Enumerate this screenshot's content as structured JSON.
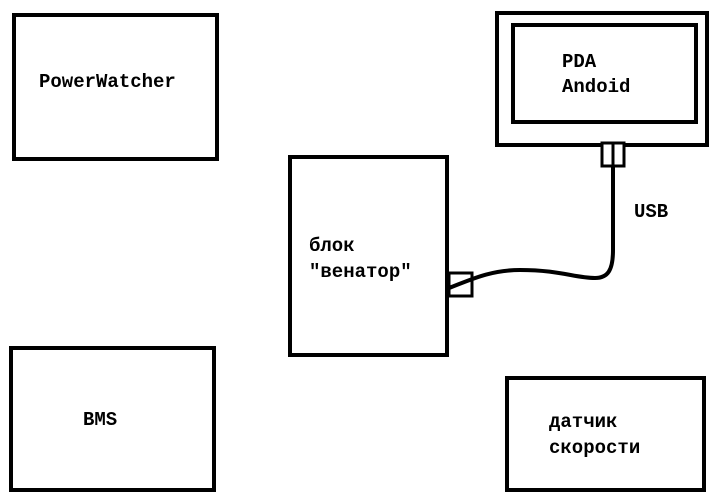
{
  "blocks": {
    "powerwatcher": {
      "label": "PowerWatcher"
    },
    "pda": {
      "line1": "PDA",
      "line2": "Andoid"
    },
    "venator": {
      "line1": "блок",
      "line2": "\"венатор\""
    },
    "bms": {
      "label": "BMS"
    },
    "speed_sensor": {
      "line1": "датчик",
      "line2": "скорости"
    }
  },
  "connections": [
    {
      "from": "venator",
      "to": "pda",
      "label": "USB"
    }
  ],
  "colors": {
    "stroke": "#000000",
    "background": "#ffffff"
  }
}
